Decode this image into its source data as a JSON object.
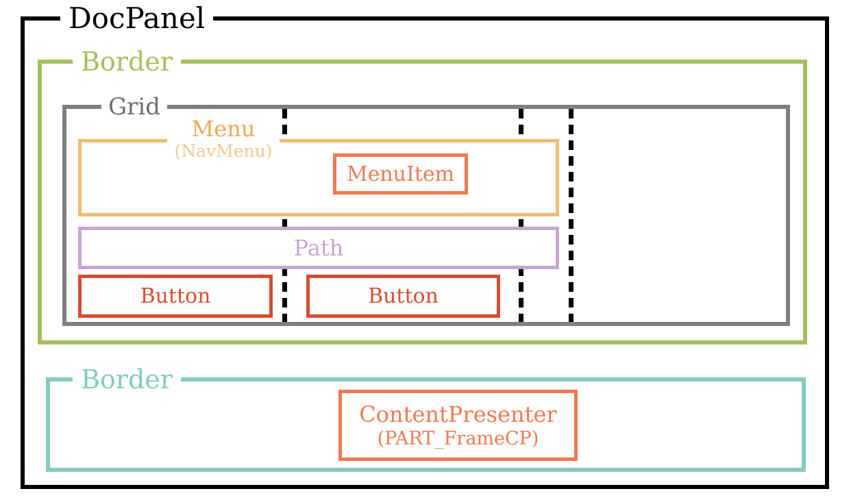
{
  "labels": {
    "docpanel": "DocPanel",
    "outer_border": "Border",
    "grid": "Grid",
    "menu": "Menu",
    "menu_name": "(NavMenu)",
    "menuitem": "MenuItem",
    "path": "Path",
    "buttons": [
      "Button",
      "Button"
    ],
    "inner_border": "Border",
    "content_presenter": "ContentPresenter",
    "content_presenter_name": "(PART_FrameCP)"
  },
  "colors": {
    "docpanel": "#000000",
    "outer_border": "#a4c05c",
    "grid": "#7f7f7f",
    "menu_border": "#f2bb6e",
    "menu_label": "#efa852",
    "menu_name_label": "#f5c78d",
    "menuitem": "#ef7951",
    "path": "#c9a5d1",
    "button": "#d64c33",
    "inner_border": "#83ccc1",
    "content_presenter": "#ef7951",
    "column_separator": "#000000"
  }
}
